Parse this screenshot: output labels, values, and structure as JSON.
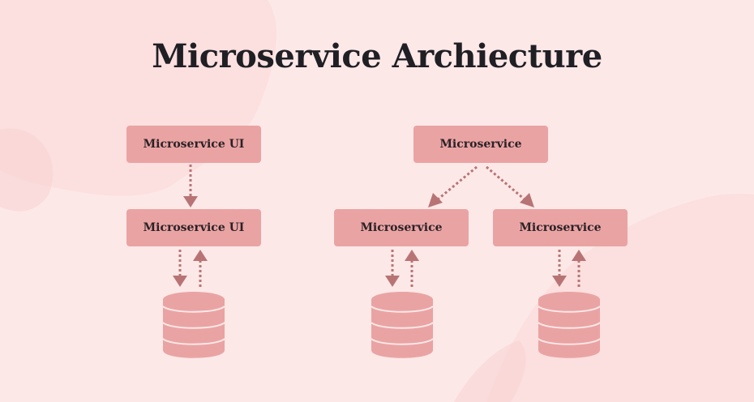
{
  "title": "Microservice Archiecture",
  "colors": {
    "background": "#fde8e8",
    "node_fill": "#eaa3a3",
    "arrow": "#b87474",
    "database": "#eaa3a3",
    "text": "#1f1f24"
  },
  "left_stack": {
    "top_node_label": "Microservice UI",
    "bottom_node_label": "Microservice UI",
    "database_icon": "database-icon"
  },
  "right_tree": {
    "root_label": "Microservice",
    "left_child_label": "Microservice",
    "right_child_label": "Microservice",
    "database_icon": "database-icon"
  }
}
